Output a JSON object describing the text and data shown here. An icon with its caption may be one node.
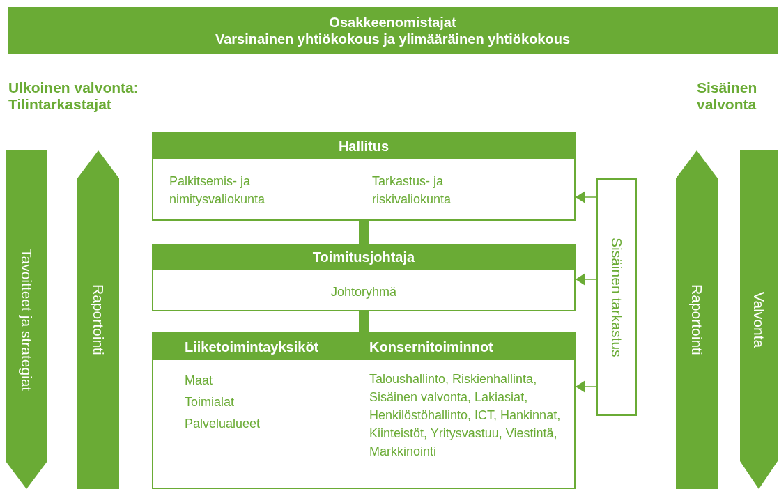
{
  "diagram": {
    "nodes": [
      {
        "text": [
          "Osakkeenomistajat",
          "Varsinainen yhtiökokous ja ylimääräinen yhtiökokous"
        ]
      },
      {
        "text": [
          "Hallitus",
          "Palkitsemis- ja nimitysvaliokunta",
          "Tarkastus- ja riskivaliokunta"
        ]
      },
      {
        "text": [
          "Toimitusjohtaja",
          "Johtoryhmä"
        ]
      },
      {
        "text": [
          "Liiketoimintayksiköt",
          "Konsernitoiminnot",
          "Maat",
          "Toimialat",
          "Palvelualueet",
          "Taloushallinto, Riskienhallinta, Sisäinen valvonta, Lakiasiat, Henkilöstöhallinto, ICT, Hankinnat, Kiinteistöt, Yritysvastuu, Viestintä, Markkinointi"
        ]
      },
      {
        "text": [
          "Sisäinen tarkastus"
        ]
      },
      {
        "text": [
          "Tavoitteet ja strategiat"
        ]
      },
      {
        "text": [
          "Raportointi"
        ]
      },
      {
        "text": [
          "Raportointi"
        ]
      },
      {
        "text": [
          "Valvonta"
        ]
      }
    ],
    "edges": [
      {
        "from": 1,
        "to": 2,
        "arrow": "none",
        "style": "thick"
      },
      {
        "from": 2,
        "to": 3,
        "arrow": "none",
        "style": "thick"
      },
      {
        "from": 4,
        "to": 1,
        "arrow": "to"
      },
      {
        "from": 4,
        "to": 2,
        "arrow": "to"
      },
      {
        "from": 4,
        "to": 3,
        "arrow": "to"
      }
    ],
    "labels": [
      "Ulkoinen valvonta: Tilintarkastajat",
      "Sisäinen valvonta"
    ]
  }
}
